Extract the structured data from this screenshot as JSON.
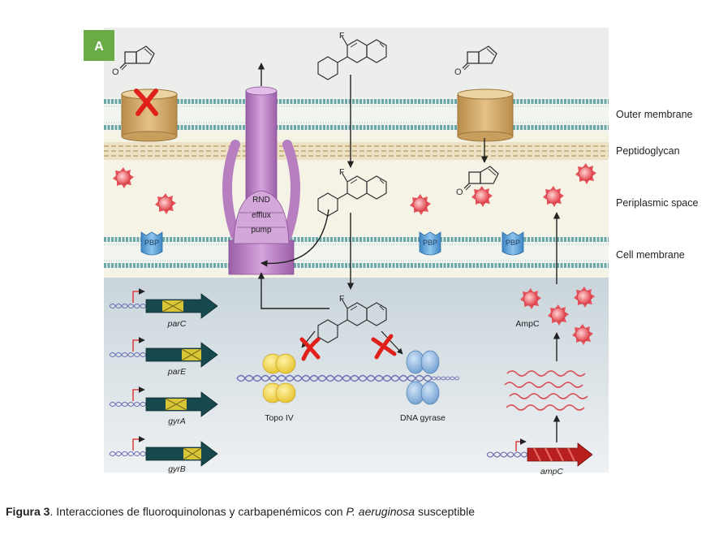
{
  "panel_label": "A",
  "membrane_labels": {
    "outer": "Outer membrane",
    "peptidoglycan": "Peptidoglycan",
    "periplasm": "Periplasmic space",
    "cell": "Cell membrane"
  },
  "pump_lines": [
    "RND",
    "efflux",
    "pump"
  ],
  "pbp_label": "PBP",
  "molecule_atom": "F",
  "genes_left": [
    "parC",
    "parE",
    "gyrA",
    "gyrB"
  ],
  "gene_right": "ampC",
  "proteins": {
    "topo": "Topo IV",
    "gyrase": "DNA gyrase",
    "ampc": "AmpC"
  },
  "caption": {
    "label": "Figura 3",
    "text_before": ". Interacciones de fluoroquinolonas y carbapenémicos con ",
    "species": "P. aeruginosa",
    "text_after": " susceptible"
  },
  "colors": {
    "panel_green": "#6aab45",
    "membrane_blue": "#6aa8a8",
    "porin": "#d4ac6e",
    "pump": "#b77fc0",
    "beta_lactamase": "#e8505a",
    "inhibition_red": "#e0201b",
    "gene_arrow": "#16484d",
    "ampc_arrow": "#b8201f"
  }
}
